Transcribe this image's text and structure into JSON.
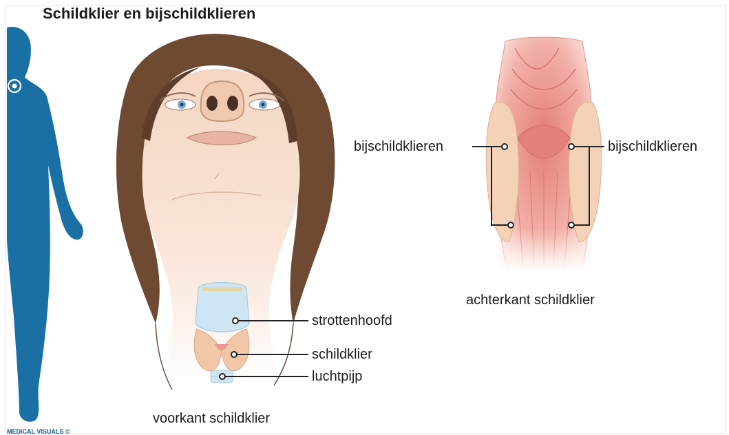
{
  "title": "Schildklier en bijschildklieren",
  "front_view": {
    "caption": "voorkant schildklier",
    "labels": {
      "larynx": "strottenhoofd",
      "thyroid": "schildklier",
      "trachea": "luchtpijp"
    }
  },
  "back_view": {
    "caption": "achterkant schildklier",
    "labels": {
      "left": "bijschildklieren",
      "right": "bijschildklieren"
    }
  },
  "credit": "MEDICAL VISUALS ©",
  "colors": {
    "silhouette": "#1a6fa5",
    "hair": "#6e4a33",
    "skin": "#f7ddc9",
    "thyroid": "#f1c7a8",
    "larynx": "#cfe5f3",
    "back_tissue": "#ec9a93",
    "leader_line": "#222222"
  }
}
